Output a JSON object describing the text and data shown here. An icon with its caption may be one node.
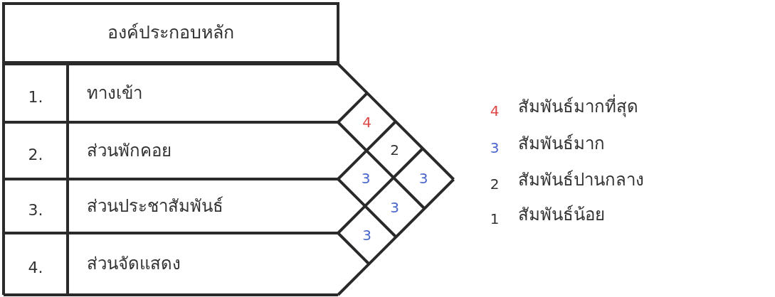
{
  "diagram": {
    "labels": [
      "องค์ประกอบหลัก",
      "1.",
      "ทางเข้า",
      "2.",
      "ส่วนพักคอย",
      "3.",
      "ส่วนประชาสัมพันธ์",
      "4.",
      "ส่วนจัดแสดง",
      "4",
      "2",
      "3",
      "3",
      "3",
      "3",
      "4",
      "สัมพันธ์มากที่สุด",
      "3",
      "สัมพันธ์มาก",
      "2",
      "สัมพันธ์ปานกลาง",
      "1",
      "สัมพันธ์น้อย"
    ]
  }
}
